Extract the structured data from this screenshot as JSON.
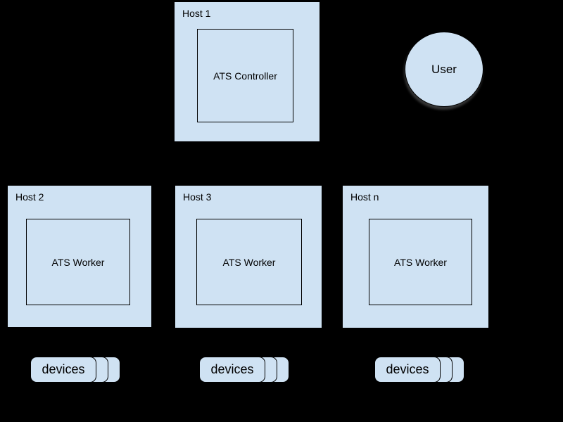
{
  "canvas": {
    "background_color": "#000000",
    "shape_fill_color": "#cfe2f3",
    "shape_border_color": "#000000",
    "text_color": "#000000"
  },
  "diagram": {
    "hosts": [
      {
        "label": "Host 1",
        "component": "ATS Controller"
      },
      {
        "label": "Host 2",
        "component": "ATS Worker"
      },
      {
        "label": "Host 3",
        "component": "ATS Worker"
      },
      {
        "label": "Host n",
        "component": "ATS Worker"
      }
    ],
    "user": {
      "label": "User"
    },
    "device_stacks": [
      {
        "label": "devices"
      },
      {
        "label": "devices"
      },
      {
        "label": "devices"
      }
    ]
  }
}
